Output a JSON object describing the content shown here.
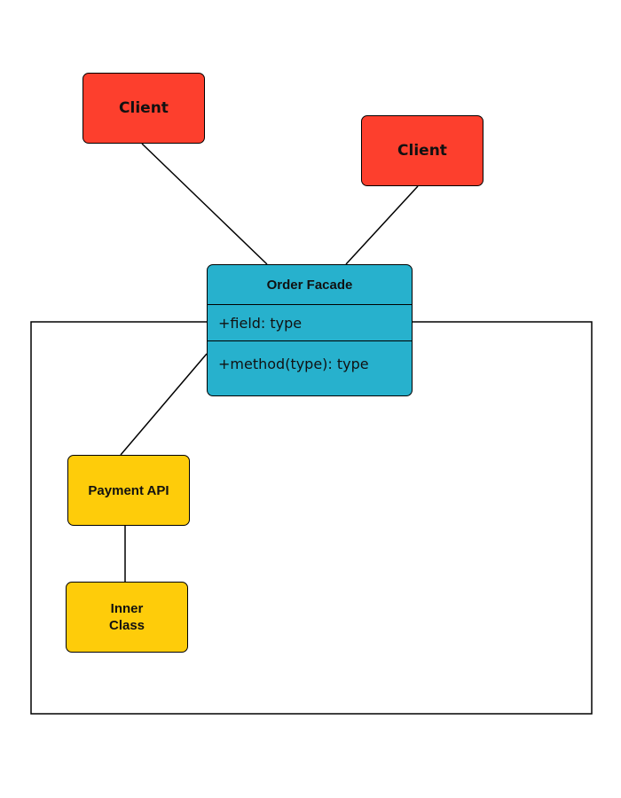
{
  "colors": {
    "client": "#fd3f2d",
    "facade": "#27b1cd",
    "subsystem": "#fecc0a",
    "line": "#000000",
    "background": "#ffffff"
  },
  "clients": [
    {
      "label": "Client"
    },
    {
      "label": "Client"
    }
  ],
  "facade": {
    "name": "Order Facade",
    "field": "+field: type",
    "method": "+method(type): type"
  },
  "subsystems": [
    {
      "label": "Payment API"
    },
    {
      "label": "Inner\nClass"
    }
  ]
}
